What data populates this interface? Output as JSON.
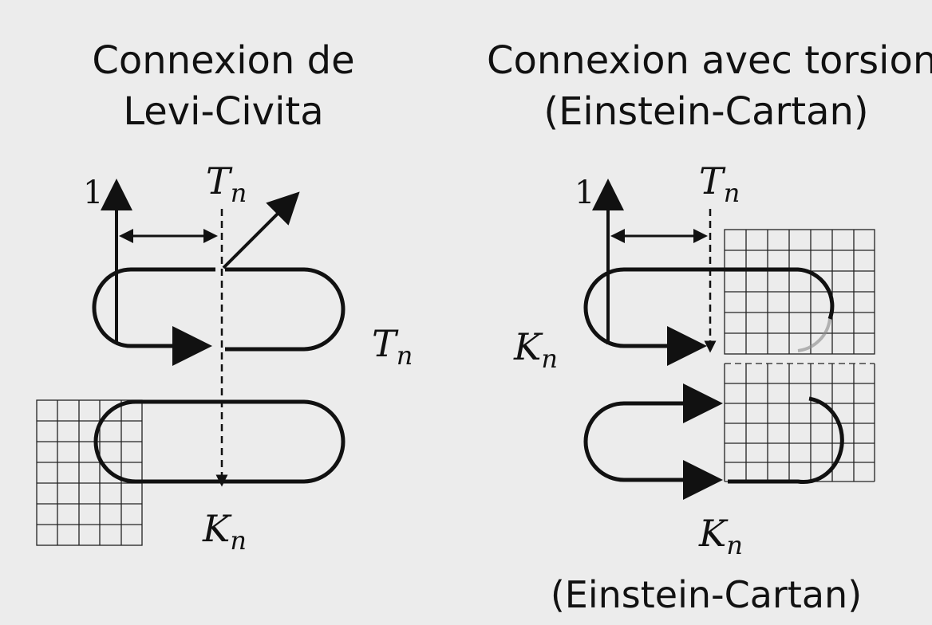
{
  "left_panel": {
    "title_line1": "Connexion de",
    "title_line2": "Levi-Civita",
    "axis_label": "1",
    "top_label_base": "T",
    "top_label_sub": "n",
    "right_label_base": "T",
    "right_label_sub": "n",
    "bottom_label_base": "K",
    "bottom_label_sub": "n"
  },
  "right_panel": {
    "title_line1": "Connexion avec torsion",
    "title_line2": "(Einstein-Cartan)",
    "axis_label": "1",
    "top_label_base": "T",
    "top_label_sub": "n",
    "left_label_base": "K",
    "left_label_sub": "n",
    "bottom_label_base": "K",
    "bottom_label_sub": "n",
    "caption": "(Einstein-Cartan)"
  }
}
